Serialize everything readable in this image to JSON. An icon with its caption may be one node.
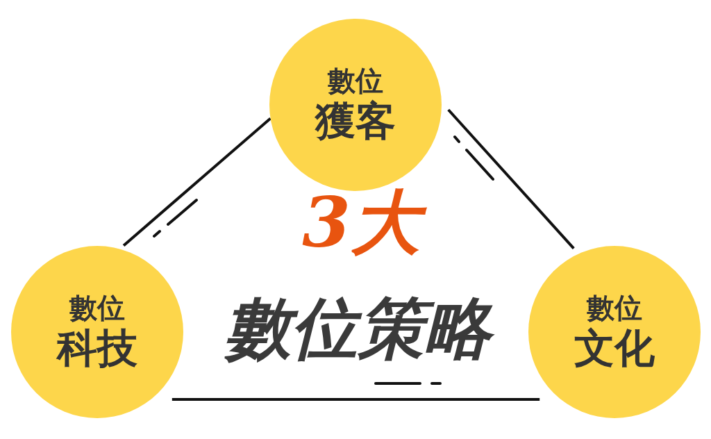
{
  "diagram": {
    "nodes": [
      {
        "text": [
          "數位",
          "獲客"
        ]
      },
      {
        "text": [
          "數位",
          "科技"
        ]
      },
      {
        "text": [
          "數位",
          "文化"
        ]
      }
    ],
    "edges": [
      {
        "from": 0,
        "to": 1,
        "arrow": "none"
      },
      {
        "from": 0,
        "to": 2,
        "arrow": "none"
      },
      {
        "from": 1,
        "to": 2,
        "arrow": "none"
      }
    ],
    "labels": [
      "3大",
      "數位策略"
    ]
  }
}
